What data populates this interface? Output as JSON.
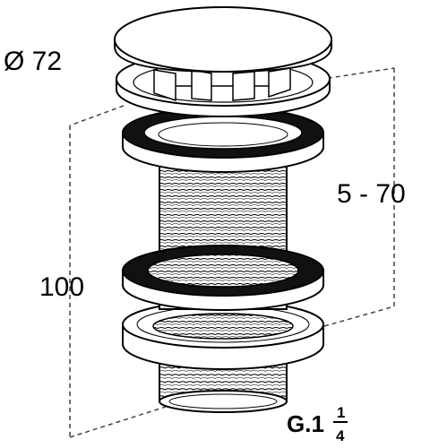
{
  "dimensions": {
    "diameter": "Ø 72",
    "height": "100",
    "adjust_range": "5 - 70"
  },
  "thread": {
    "prefix": "G.1",
    "numerator": "1",
    "denominator": "4"
  },
  "colors": {
    "line": "#000000",
    "background": "#ffffff",
    "dash": "#444444"
  }
}
